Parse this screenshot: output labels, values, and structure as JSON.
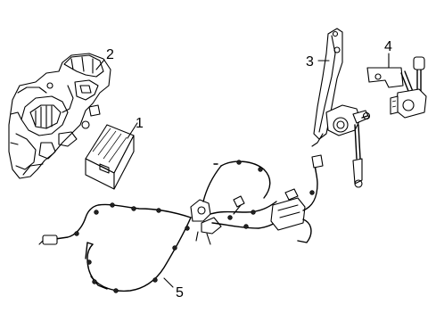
{
  "callouts": {
    "c1": "1",
    "c2": "2",
    "c3": "3",
    "c4": "4",
    "c5": "5"
  },
  "parts": [
    {
      "callout": "1",
      "icon": "control-module-icon"
    },
    {
      "callout": "2",
      "icon": "mounting-bracket-assembly-icon"
    },
    {
      "callout": "3",
      "icon": "height-sensor-with-bracket-icon"
    },
    {
      "callout": "4",
      "icon": "height-sensor-icon"
    },
    {
      "callout": "5",
      "icon": "wiring-harness-icon"
    }
  ]
}
